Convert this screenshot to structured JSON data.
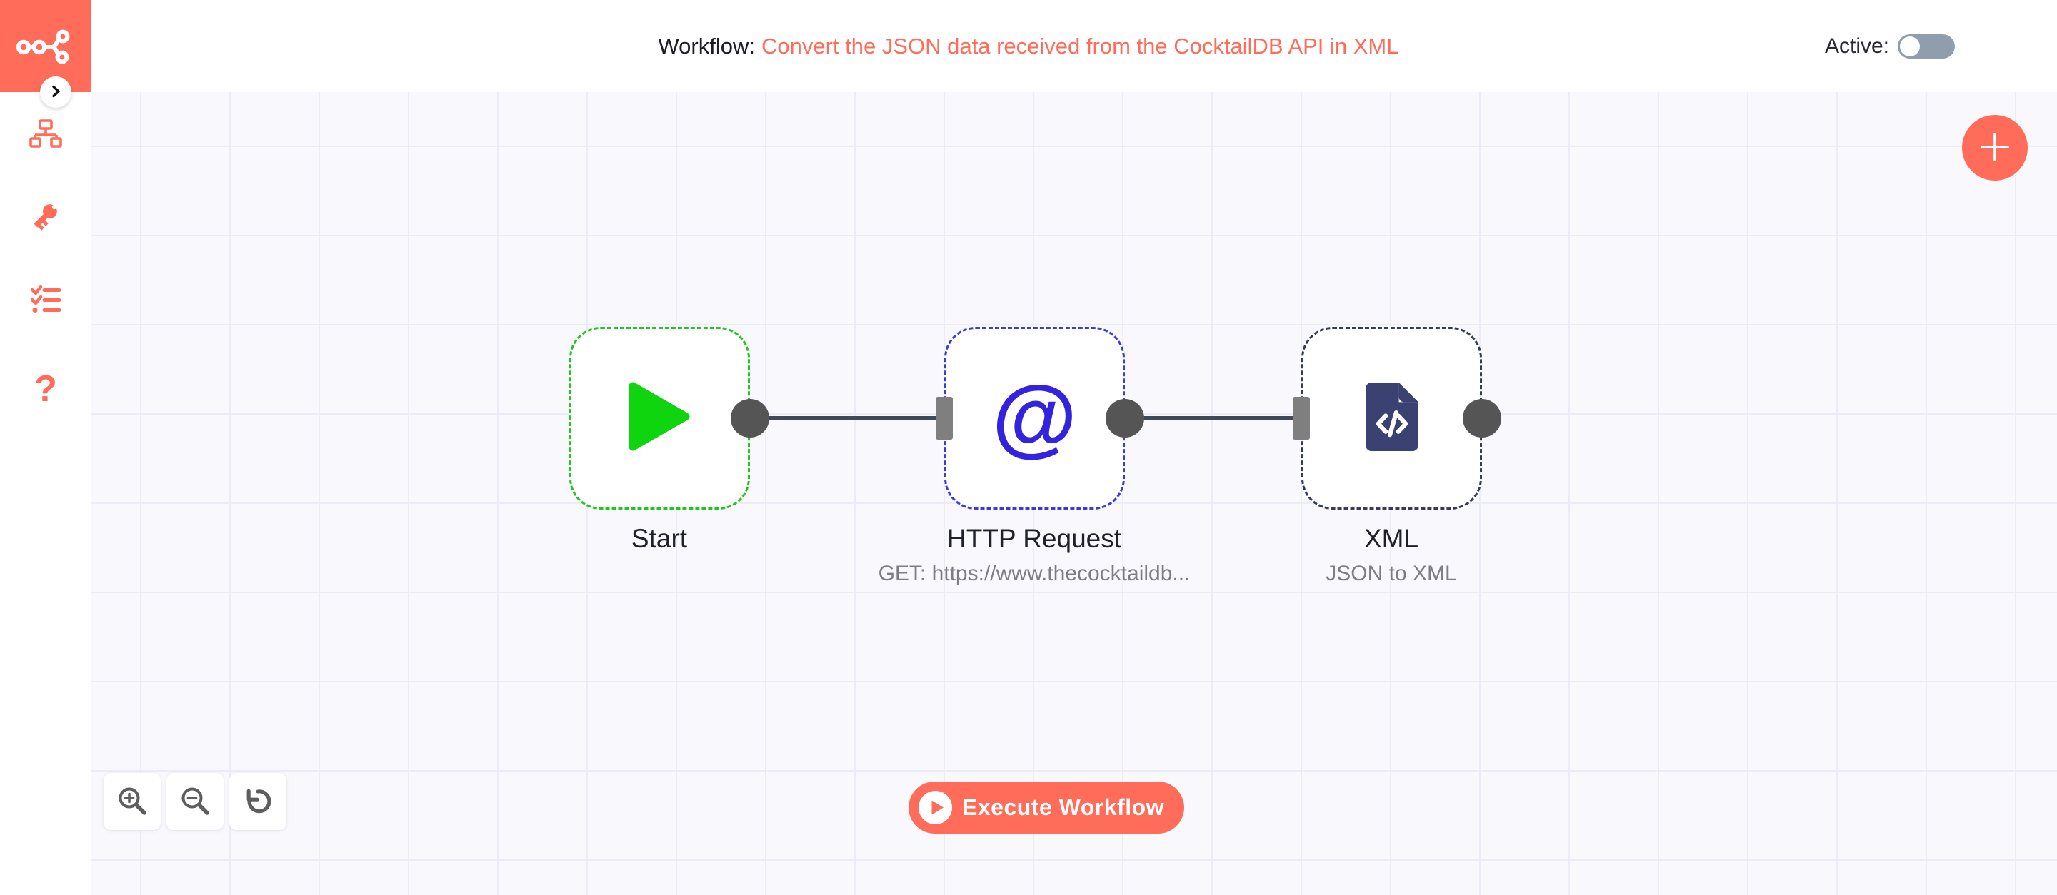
{
  "header": {
    "title_label": "Workflow:",
    "title_value": "Convert the JSON data received from the CocktailDB API in XML",
    "active_label": "Active:",
    "active_state": "off"
  },
  "sidebar": {
    "items": [
      {
        "name": "workflows",
        "icon": "sitemap-icon"
      },
      {
        "name": "credentials",
        "icon": "key-icon"
      },
      {
        "name": "executions",
        "icon": "list-check-icon"
      },
      {
        "name": "help",
        "icon": "question-mark-icon"
      }
    ]
  },
  "canvas": {
    "nodes": [
      {
        "label": "Start",
        "type": "start",
        "icon": "play-icon"
      },
      {
        "label": "HTTP Request",
        "subtitle": "GET: https://www.thecocktaildb...",
        "type": "http-request",
        "icon_glyph": "@"
      },
      {
        "label": "XML",
        "subtitle": "JSON to XML",
        "type": "xml",
        "icon": "file-code-icon"
      }
    ],
    "connections": [
      {
        "from": "Start",
        "to": "HTTP Request"
      },
      {
        "from": "HTTP Request",
        "to": "XML"
      }
    ],
    "execute_button_label": "Execute Workflow"
  },
  "icons": {
    "add": "plus-icon",
    "zoom_in": "magnifier-plus-icon",
    "zoom_out": "magnifier-minus-icon",
    "reset_zoom": "undo-icon",
    "collapse": "chevron-right-icon"
  },
  "colors": {
    "accent": "#ff6d5a",
    "start_green_border": "#1fc81c",
    "start_green_fill": "#0fd50f",
    "http_blue_border": "#3a3ae2",
    "http_blue_glyph": "#3423de",
    "xml_indigo_border": "#353b5e",
    "xml_indigo_fill": "#3b4170",
    "connector_line": "#3e4a55",
    "endpoint_circle": "#555555",
    "endpoint_rect": "#7f7f7f",
    "canvas_bg": "#f9f9fd",
    "grid_line": "#ececf8",
    "toggle_track": "#8f9dac"
  }
}
